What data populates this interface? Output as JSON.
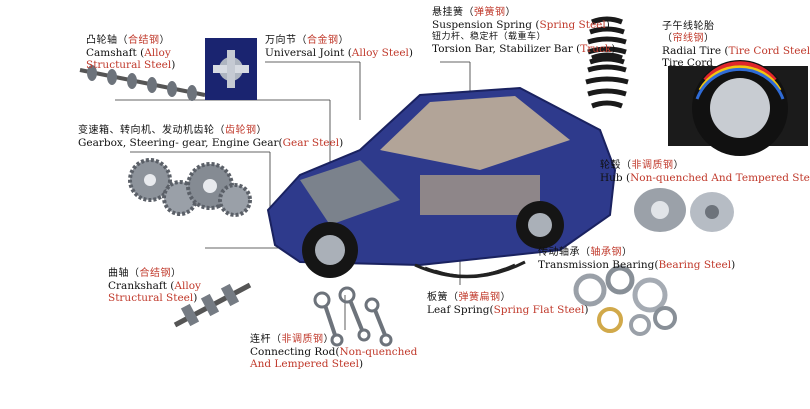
{
  "colors": {
    "body": "#2e3a8c",
    "body_light": "#4a5bc4",
    "metal": "#8a9099",
    "red": "#c0392b",
    "tire": "#1b1b1b"
  },
  "labels": {
    "camshaft": {
      "cn": "凸轮轴",
      "cn_mat": "合结钢",
      "en": "Camshaft",
      "mat": "Alloy Structural Steel"
    },
    "ujoint": {
      "cn": "万向节",
      "cn_mat": "合金钢",
      "en": "Universal Joint",
      "mat": "Alloy Steel"
    },
    "spring": {
      "cn": "悬挂簧",
      "cn_mat": "弹簧钢",
      "en": "Suspension Spring",
      "mat": "Spring Steel",
      "cn2": "钮力杆、稳定杆（载重车）",
      "en2": "Torsion Bar, Stabilizer Bar",
      "mat2": "Truck"
    },
    "tire": {
      "cn": "子午线轮胎",
      "cn_mat": "帘线钢",
      "en": "Radial Tire",
      "mat": "Tire Cord Steel",
      "en2": "Tire Cord"
    },
    "gearbox": {
      "cn": "变速箱、转向机、发动机齿轮",
      "cn_mat": "齿轮钢",
      "en": "Gearbox, Steering- gear, Engine Gear",
      "mat": "Gear Steel"
    },
    "hub": {
      "cn": "轮毂",
      "cn_mat": "非调质钢",
      "en": "Hub",
      "mat": "Non-quenched And Tempered Steel"
    },
    "bearing": {
      "cn": "传动轴承",
      "cn_mat": "轴承钢",
      "en": "Transmission Bearing",
      "mat": "Bearing Steel"
    },
    "crankshaft": {
      "cn": "曲轴",
      "cn_mat": "合结钢",
      "en": "Crankshaft",
      "mat": "Alloy Structural Steel"
    },
    "leaf": {
      "cn": "板簧",
      "cn_mat": "弹簧扁钢",
      "en": "Leaf Spring",
      "mat": "Spring Flat Steel"
    },
    "rod": {
      "cn": "连杆",
      "cn_mat": "非调质钢",
      "en": "Connecting Rod",
      "mat": "Non-quenched And Lempered Steel"
    }
  }
}
